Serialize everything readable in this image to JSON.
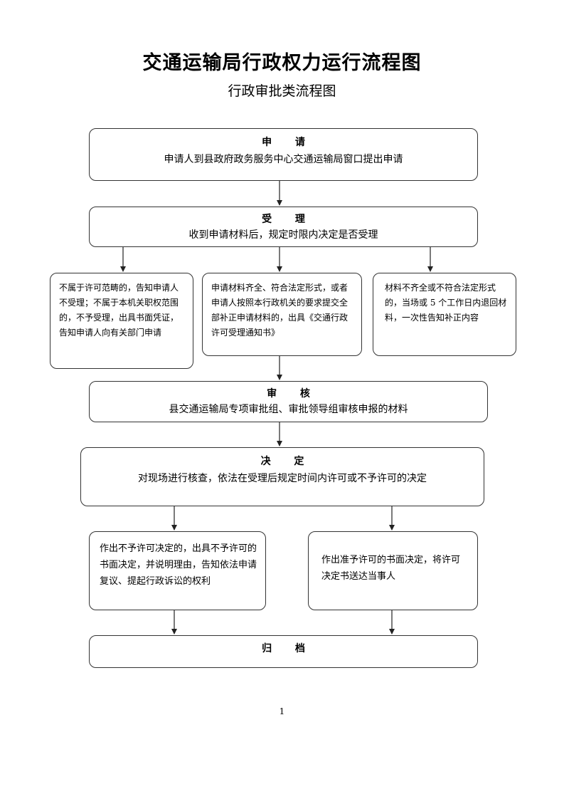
{
  "header": {
    "title": "交通运输局行政权力运行流程图",
    "subtitle": "行政审批类流程图"
  },
  "steps": {
    "apply": {
      "title": "申 请",
      "text": "申请人到县政府政务服务中心交通运输局窗口提出申请"
    },
    "accept": {
      "title": "受 理",
      "text": "收到申请材料后，规定时限内决定是否受理"
    },
    "branch_reject": {
      "text": "不属于许可范畴的，告知申请人不受理；不属于本机关职权范围的，不予受理，出具书面凭证，告知申请人向有关部门申请"
    },
    "branch_accept": {
      "text": "申请材料齐全、符合法定形式，或者申请人按照本行政机关的要求提交全部补正申请材料的，出具《交通行政许可受理通知书》"
    },
    "branch_supplement": {
      "text": "材料不齐全或不符合法定形式的，当场或 5 个工作日内退回材料，一次性告知补正内容"
    },
    "review": {
      "title": "审 核",
      "text": "县交通运输局专项审批组、审批领导组审核申报的材料"
    },
    "decide": {
      "title": "决 定",
      "text": "对现场进行核查，依法在受理后规定时间内许可或不予许可的决定"
    },
    "deny": {
      "text": "作出不予许可决定的，出具不予许可的书面决定，并说明理由，告知依法申请复议、提起行政诉讼的权利"
    },
    "grant": {
      "text": "作出准予许可的书面决定，将许可决定书送达当事人"
    },
    "archive": {
      "title": "归 档"
    }
  },
  "footer": {
    "page_number": "1"
  }
}
